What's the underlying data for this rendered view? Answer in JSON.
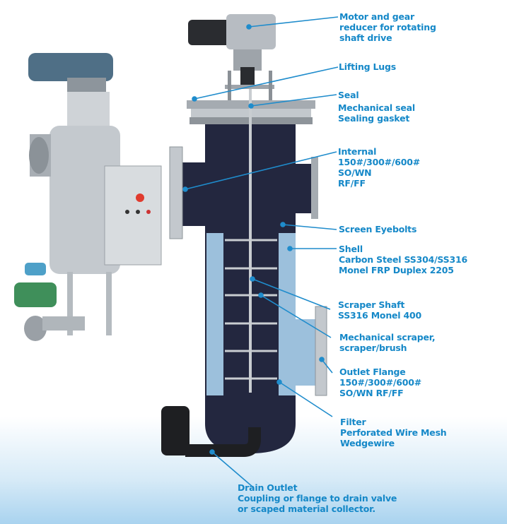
{
  "colors": {
    "label": "#1588c8",
    "leader": "#1f8ccc",
    "vessel": "#23273f",
    "screen": "#9cc0dc",
    "steel": "#b9bec4"
  },
  "labels": {
    "motor": [
      "Motor and gear",
      "reducer for rotating",
      "shaft drive"
    ],
    "lifting_lugs": [
      "Lifting Lugs"
    ],
    "seal": [
      "Seal",
      "Mechanical seal",
      "Sealing gasket"
    ],
    "internal": [
      "Internal",
      "150#/300#/600#",
      "SO/WN",
      "RF/FF"
    ],
    "screen_eyebolts": [
      "Screen Eyebolts"
    ],
    "shell": [
      "Shell",
      "Carbon Steel SS304/SS316",
      "Monel FRP Duplex 2205"
    ],
    "scraper_shaft": [
      "Scraper Shaft",
      "SS316 Monel 400"
    ],
    "mechanical_scraper": [
      "Mechanical scraper,",
      "scraper/brush"
    ],
    "outlet_flange": [
      "Outlet Flange",
      "150#/300#/600#",
      "SO/WN RF/FF"
    ],
    "filter": [
      "Filter",
      "Perforated Wire Mesh",
      "Wedgewire"
    ],
    "drain_outlet": [
      "Drain Outlet",
      "Coupling or flange to drain valve",
      "or scaped material collector."
    ]
  }
}
